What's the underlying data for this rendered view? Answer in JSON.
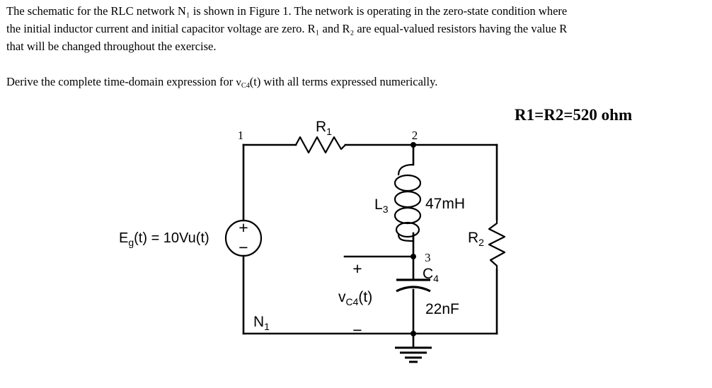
{
  "document": {
    "paragraph1_lines": [
      "The schematic for the RLC network N₁ is shown in Figure 1.  The network is operating in the zero-state condition where",
      "the initial inductor current and initial capacitor voltage are zero.  R₁ and R₂ are equal-valued resistors having the value R",
      "that will be changed throughout the exercise."
    ],
    "paragraph2": "Derive the complete time-domain expression for  vᴄ₄(t) with all terms expressed numerically.",
    "paragraph2_prefix": "Derive the complete time-domain expression for ",
    "paragraph2_variable": "v",
    "paragraph2_variable_sub": "C4",
    "paragraph2_suffix": "(t) with all terms expressed numerically."
  },
  "annotation": {
    "resistor_values": "R1=R2=520 ohm"
  },
  "schematic": {
    "nodes": [
      {
        "name": "node-1",
        "label": "1"
      },
      {
        "name": "node-2",
        "label": "2"
      },
      {
        "name": "node-3",
        "label": "3"
      }
    ],
    "components": {
      "resistor_r1": {
        "label": "R",
        "sub": "1"
      },
      "resistor_r2": {
        "label": "R",
        "sub": "2"
      },
      "inductor_l3": {
        "label": "L",
        "sub": "3",
        "value": "47mH"
      },
      "capacitor_c4": {
        "label": "C",
        "sub": "4",
        "value": "22nF"
      },
      "source": {
        "label": "E",
        "sub": "g",
        "equation": "(t) = 10Vu(t)",
        "plus": "+",
        "minus": "−"
      },
      "network": {
        "label": "N",
        "sub": "1"
      }
    },
    "measurement": {
      "name": "vc4-voltage-probe",
      "plus": "+",
      "minus": "−",
      "label_main": "v",
      "label_sub": "C4",
      "label_tail": "(t)"
    },
    "ground": {
      "name": "ground-symbol"
    }
  },
  "colors": {
    "ink": "#000000",
    "background": "#ffffff"
  }
}
